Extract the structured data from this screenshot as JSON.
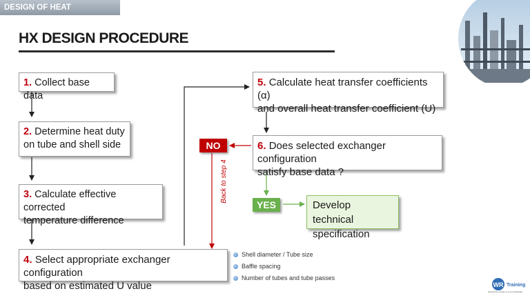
{
  "header": {
    "section": "DESIGN OF HEAT EXCHANGERS"
  },
  "page_title": "HX DESIGN PROCEDURE",
  "steps": [
    {
      "num": "1.",
      "line1": "Collect base data",
      "line2": ""
    },
    {
      "num": "2.",
      "line1": "Determine heat duty",
      "line2": "on tube and shell side"
    },
    {
      "num": "3.",
      "line1": "Calculate effective corrected",
      "line2": "temperature difference"
    },
    {
      "num": "4.",
      "line1": "Select appropriate exchanger configuration",
      "line2": "based on estimated U value"
    },
    {
      "num": "5.",
      "line1": "Calculate heat transfer coefficients (α)",
      "line2": "and overall heat transfer coefficient (U)"
    },
    {
      "num": "6.",
      "line1": "Does selected exchanger configuration",
      "line2": "satisfy base data ?"
    }
  ],
  "decision": {
    "no": "NO",
    "yes": "YES",
    "back_label": "Back to step 4"
  },
  "outcome": {
    "line1": "Develop technical",
    "line2": "specification"
  },
  "config_items": [
    "Shell diameter / Tube size",
    "Baffle spacing",
    "Number of tubes and tube passes"
  ],
  "logo": {
    "mark": "WR",
    "text": "Training",
    "tagline": "Spread the energy of your knowledge"
  },
  "colors": {
    "step_number": "#c0000c",
    "no_tag": "#c00000",
    "yes_tag": "#6ab04c",
    "outcome_fill": "#eaf5df"
  }
}
